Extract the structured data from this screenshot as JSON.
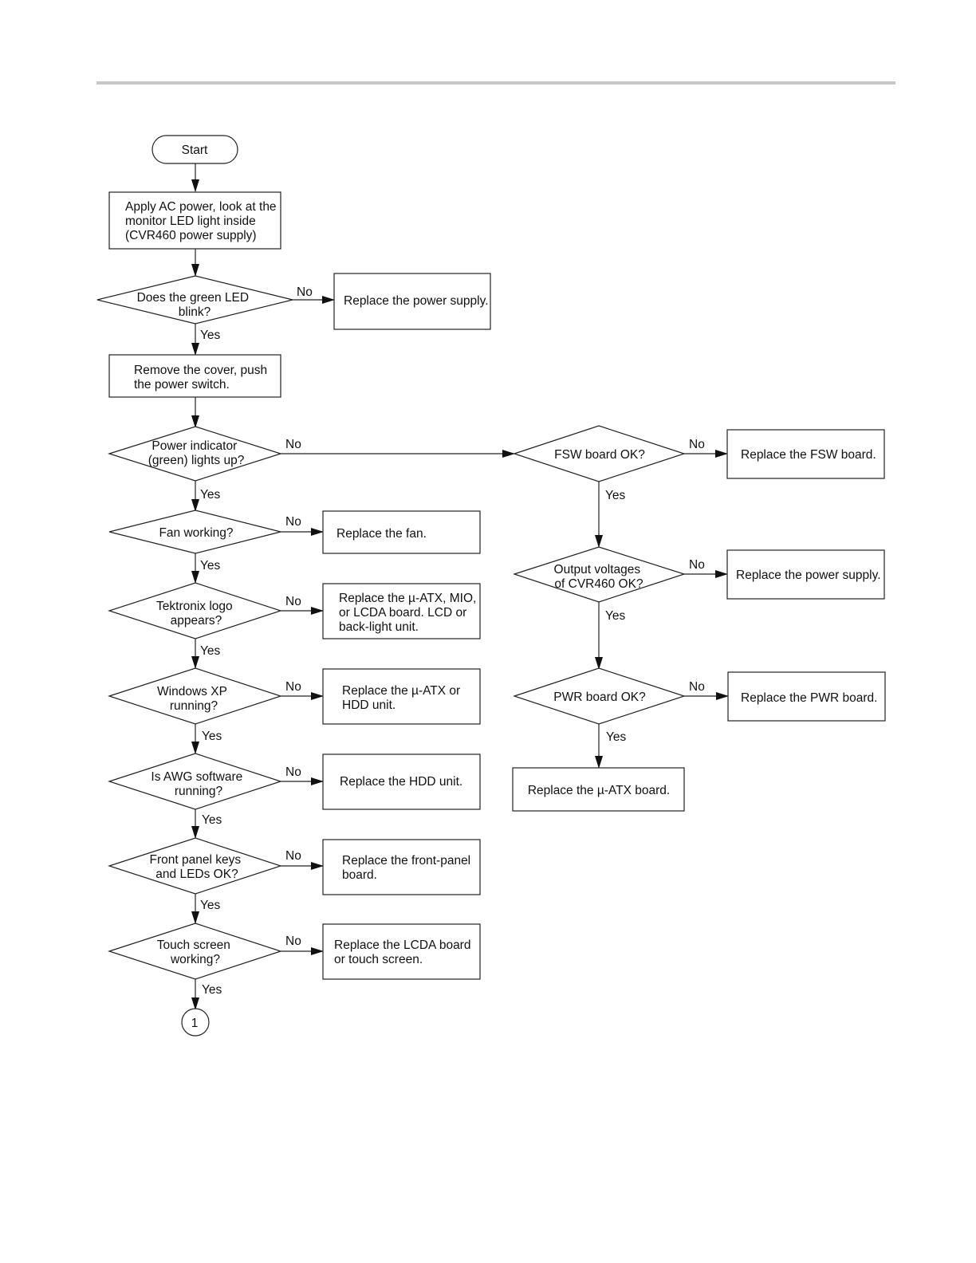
{
  "start": "Start",
  "connector": "1",
  "labels": {
    "yes": "Yes",
    "no": "No"
  },
  "steps": {
    "apply_power": [
      "Apply AC power, look at the",
      "monitor LED light inside",
      "(CVR460 power supply)"
    ],
    "remove_cover": [
      "Remove the cover, push",
      "the power switch."
    ]
  },
  "decisions": {
    "green_led": [
      "Does the green LED",
      "blink?"
    ],
    "power_indicator": [
      "Power indicator",
      "(green) lights up?"
    ],
    "fan": [
      "Fan working?"
    ],
    "logo": [
      "Tektronix logo",
      "appears?"
    ],
    "windows": [
      "Windows XP",
      "running?"
    ],
    "awg": [
      "Is AWG software",
      "running?"
    ],
    "front_panel": [
      "Front panel keys",
      "and LEDs OK?"
    ],
    "touch": [
      "Touch screen",
      "working?"
    ],
    "fsw": [
      "FSW board OK?"
    ],
    "output_voltages": [
      "Output voltages",
      "of CVR460 OK?"
    ],
    "pwr": [
      "PWR board OK?"
    ]
  },
  "actions": {
    "power_supply_1": [
      "Replace the power supply."
    ],
    "fan": [
      "Replace the fan."
    ],
    "logo": [
      "Replace the µ-ATX, MIO,",
      "or LCDA board. LCD or",
      "back-light unit."
    ],
    "windows": [
      "Replace the µ-ATX or",
      "HDD unit."
    ],
    "awg": [
      "Replace the HDD unit."
    ],
    "front_panel": [
      "Replace the front-panel",
      "board."
    ],
    "touch": [
      "Replace the LCDA board",
      "or touch screen."
    ],
    "fsw": [
      "Replace the FSW board."
    ],
    "power_supply_2": [
      "Replace the power supply."
    ],
    "pwr": [
      "Replace the PWR board."
    ],
    "uatx": [
      "Replace the µ-ATX board."
    ]
  }
}
